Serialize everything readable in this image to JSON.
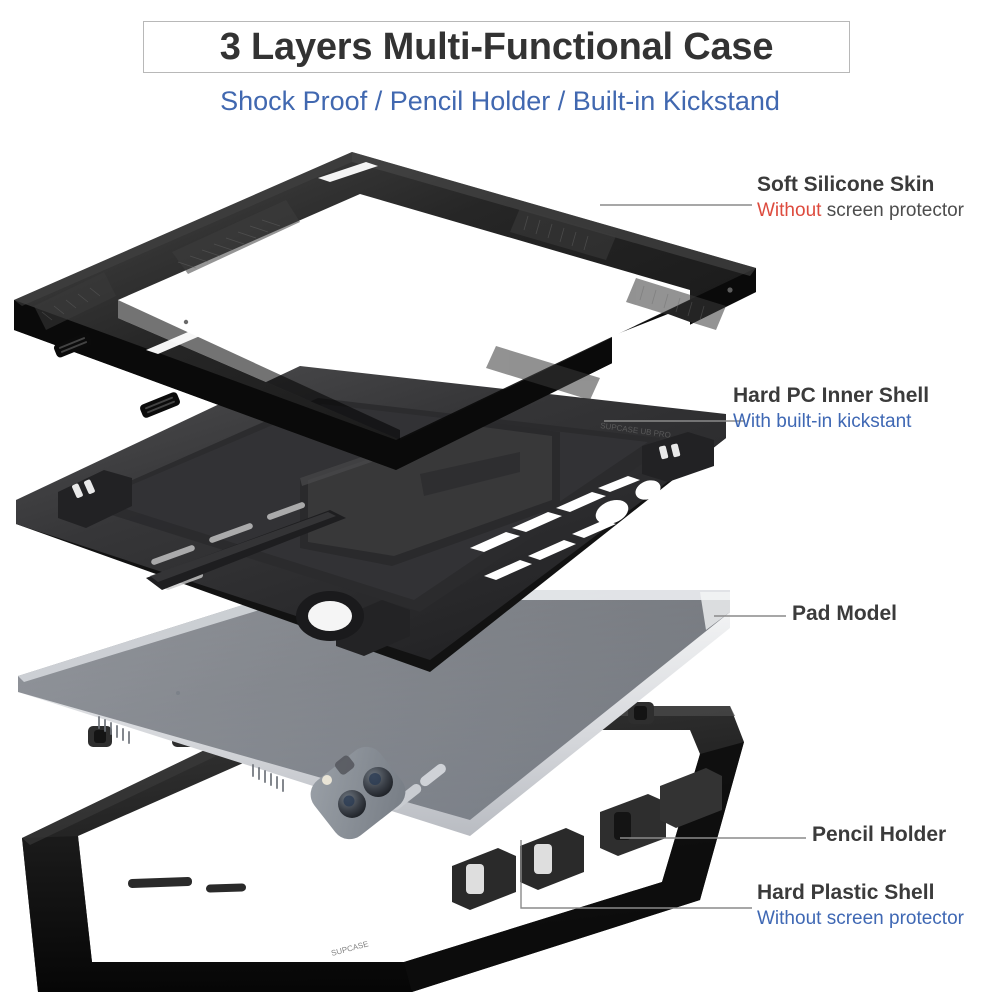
{
  "header": {
    "title": "3 Layers Multi-Functional Case",
    "subtitle": "Shock Proof / Pencil Holder / Built-in Kickstand"
  },
  "colors": {
    "title_text": "#333333",
    "title_border": "#b8b8b8",
    "subtitle_blue": "#4168b0",
    "callout_dark": "#3b3b3b",
    "accent_red": "#dd4b3e",
    "accent_blue": "#3f68b4",
    "leader_line": "#8a8a8a",
    "case_black": "#1c1c1c",
    "pad_gray": "#8e9299",
    "pad_silver": "#e8e9eb"
  },
  "callouts": [
    {
      "id": "soft-silicone-skin",
      "label": "Soft Silicone Skin",
      "sub_red": "Without",
      "sub_rest": " screen protector"
    },
    {
      "id": "hard-pc-inner-shell",
      "label": "Hard PC Inner Shell",
      "sub": "With built-in kickstant"
    },
    {
      "id": "pad-model",
      "label": "Pad Model"
    },
    {
      "id": "pencil-holder",
      "label": "Pencil Holder"
    },
    {
      "id": "hard-plastic-shell",
      "label": "Hard Plastic Shell",
      "sub": "Without screen protector"
    }
  ],
  "layers": [
    {
      "id": "soft-silicone-skin",
      "name": "Soft Silicone Skin bumper frame"
    },
    {
      "id": "hard-pc-inner-shell",
      "name": "Hard PC inner shell with kickstand"
    },
    {
      "id": "pad-model",
      "name": "Tablet pad model"
    },
    {
      "id": "hard-plastic-shell",
      "name": "Hard plastic shell with pencil holder"
    }
  ]
}
